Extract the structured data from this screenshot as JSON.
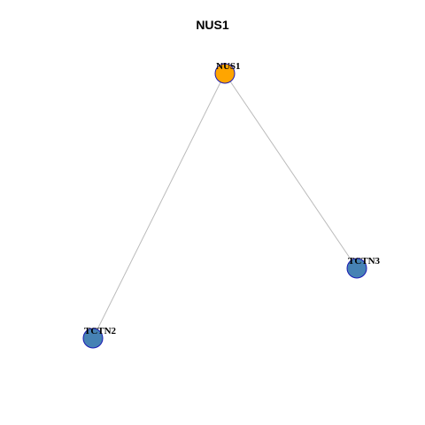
{
  "title": "NUS1",
  "colors": {
    "center_fill": "#FFA500",
    "neighbor_fill": "#4682B4",
    "node_stroke": "#1A1AB3",
    "edge": "#BBBBBB"
  },
  "nodes": [
    {
      "id": "NUS1",
      "label": "NUS1",
      "role": "center"
    },
    {
      "id": "TCTN3",
      "label": "TCTN3",
      "role": "neighbor"
    },
    {
      "id": "TCTN2",
      "label": "TCTN2",
      "role": "neighbor"
    }
  ],
  "edges": [
    {
      "source": "NUS1",
      "target": "TCTN2"
    },
    {
      "source": "NUS1",
      "target": "TCTN3"
    }
  ]
}
